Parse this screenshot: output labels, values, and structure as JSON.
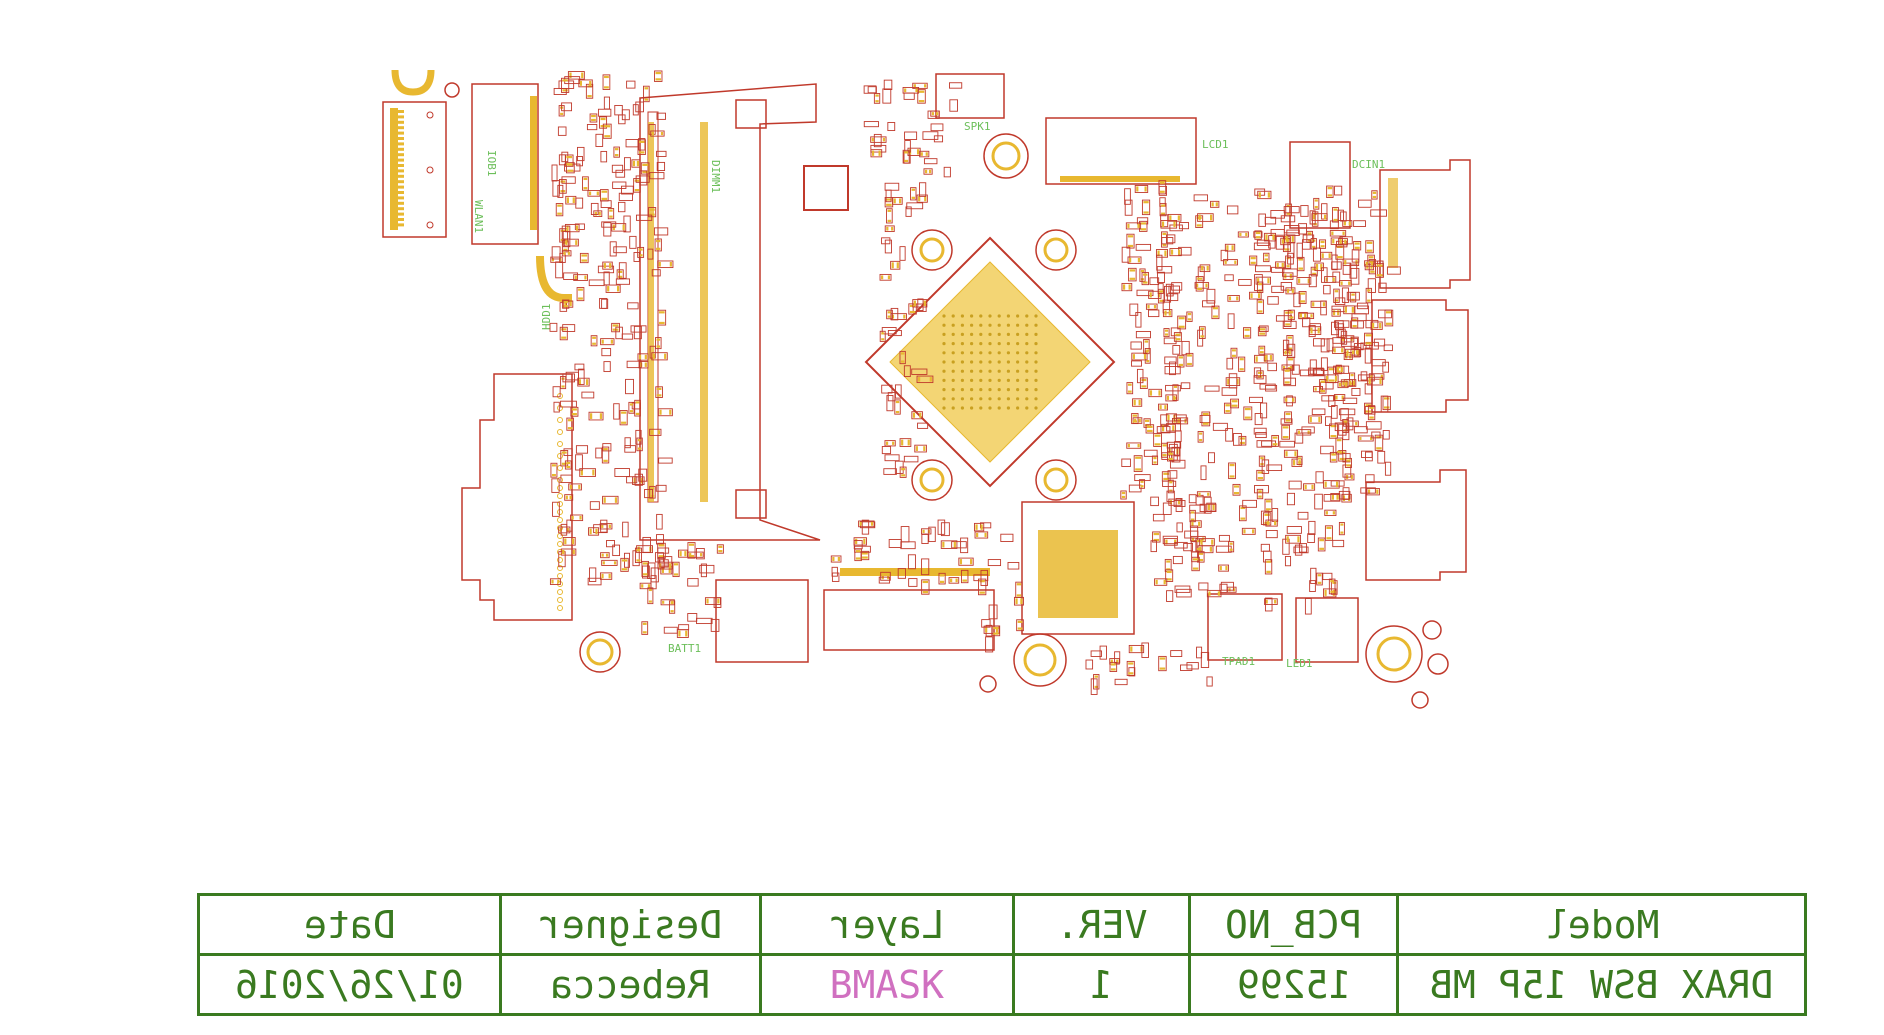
{
  "colors": {
    "outline": "#c0392b",
    "pad": "#e8b830",
    "silkscreen": "#6cbf5a",
    "title_block": "#3a7a20",
    "layer_highlight": "#d070c0"
  },
  "designators": {
    "iob": "IOB1",
    "wlan": "WLAN1",
    "dimm": "DIMM1",
    "spk": "SPK1",
    "lcd": "LCD1",
    "dcin": "DCIN1",
    "hdd": "HDD1",
    "batt": "BATT1",
    "tpad": "TPAD1",
    "led": "LED1"
  },
  "title_block": {
    "headers": [
      "Date",
      "Designer",
      "Layer",
      "VER.",
      "PCB_NO",
      "Model"
    ],
    "values": [
      "01/26/2016",
      "Rebecca",
      "BMASK",
      "1",
      "15299",
      "DRAX BSW 15P MB"
    ]
  }
}
